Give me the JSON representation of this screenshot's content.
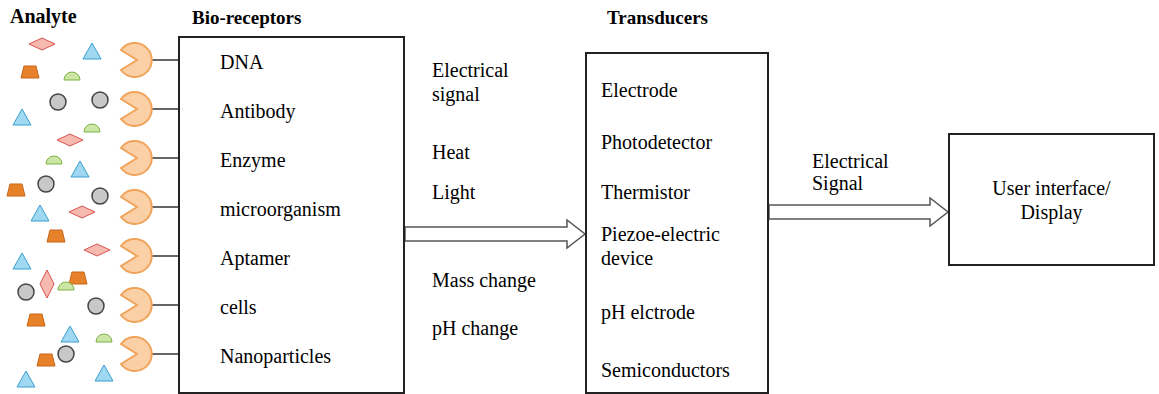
{
  "diagram": {
    "nodes": [
      {
        "text": [
          "Bio-receptors",
          "DNA",
          "Antibody",
          "Enzyme",
          "microorganism",
          "Aptamer",
          "cells",
          "Nanoparticles"
        ]
      },
      {
        "text": [
          "Transducers",
          "Electrode",
          "Photodetector",
          "Thermistor",
          "Piezoe-electric device",
          "pH elctrode",
          "Semiconductors"
        ]
      },
      {
        "text": [
          "User interface/ Display"
        ]
      }
    ],
    "edges": [
      {
        "from": 0,
        "to": 1,
        "arrow": "to"
      },
      {
        "from": 1,
        "to": 2,
        "label": "Electrical Signal",
        "arrow": "to"
      }
    ],
    "labels": [
      "Analyte",
      "Electrical signal",
      "Heat",
      "Light",
      "Mass change",
      "pH change"
    ]
  }
}
